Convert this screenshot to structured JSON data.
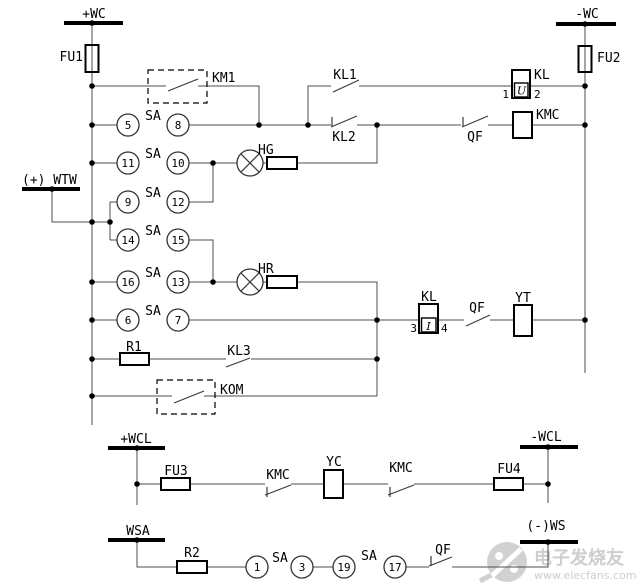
{
  "labels": {
    "wc_pos": "+WC",
    "wc_neg": "-WC",
    "wtw": "(+) WTW",
    "wcl_pos": "+WCL",
    "wcl_neg": "-WCL",
    "wsa": "WSA",
    "ws_neg": "(-)WS",
    "fu1": "FU1",
    "fu2": "FU2",
    "fu3": "FU3",
    "fu4": "FU4",
    "km1": "KM1",
    "kom": "KOM",
    "kl": "KL",
    "kl1": "KL1",
    "kl2": "KL2",
    "kl3": "KL3",
    "kmc": "KMC",
    "qf": "QF",
    "sa": "SA",
    "hg": "HG",
    "hr": "HR",
    "yt": "YT",
    "yc": "YC",
    "r1": "R1",
    "r2": "R2"
  },
  "kl_relay": {
    "coil_terminal_left": "1",
    "coil_terminal_right": "2",
    "coil_element": "U",
    "contact_terminal_left": "3",
    "contact_terminal_right": "4",
    "contact_element": "I"
  },
  "sa_switch": {
    "pairs": [
      [
        "5",
        "8"
      ],
      [
        "11",
        "10"
      ],
      [
        "9",
        "12"
      ],
      [
        "14",
        "15"
      ],
      [
        "16",
        "13"
      ],
      [
        "6",
        "7"
      ],
      [
        "1",
        "3"
      ],
      [
        "19",
        "17"
      ]
    ]
  },
  "watermark": {
    "brand": "电子发烧友",
    "site": "www.elecfans.com"
  }
}
